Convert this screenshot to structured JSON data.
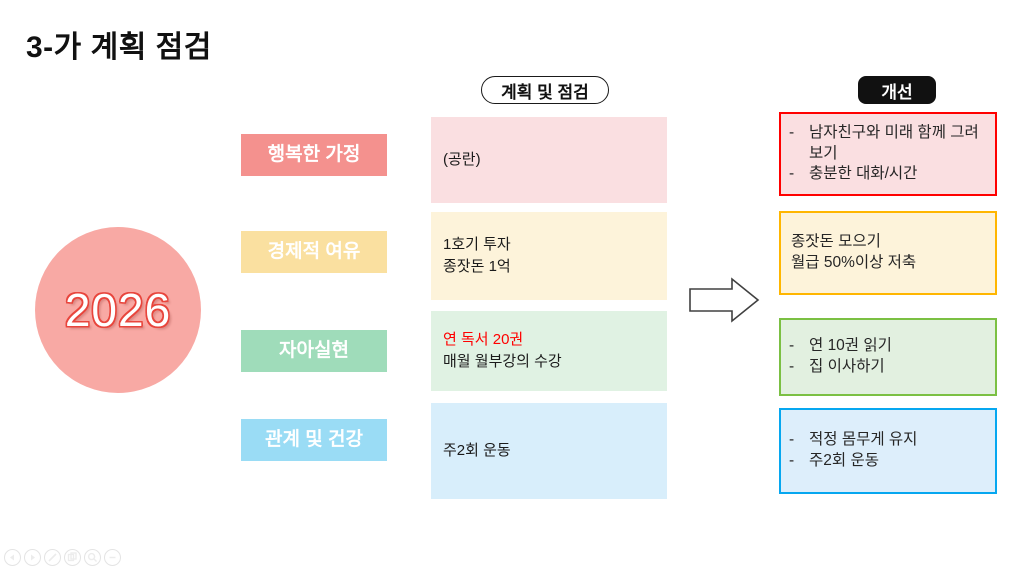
{
  "slide": {
    "title": "3-가  계획 점검",
    "background_color": "#ffffff"
  },
  "headers": {
    "plan": "계획 및 점검",
    "improve": "개선"
  },
  "year_badge": {
    "label": "2026",
    "fill_color": "#f8a9a4",
    "text_color": "#ffffff",
    "outline_color": "#e8453c"
  },
  "categories": [
    {
      "label": "행복한 가정",
      "color": "#f4918e"
    },
    {
      "label": "경제적 여유",
      "color": "#fae0a0"
    },
    {
      "label": "자아실현",
      "color": "#9fdcba"
    },
    {
      "label": "관계 및 건강",
      "color": "#9adcf5"
    }
  ],
  "plan_rows": [
    {
      "fill_color": "#fadfe1",
      "lines": [
        {
          "text": "(공란)",
          "color": "#1b1b1b"
        }
      ]
    },
    {
      "fill_color": "#fdf3da",
      "lines": [
        {
          "text": "1호기 투자",
          "color": "#1b1b1b"
        },
        {
          "text": "종잣돈 1억",
          "color": "#1b1b1b"
        }
      ]
    },
    {
      "fill_color": "#e0f2e3",
      "lines": [
        {
          "text": "연 독서 20권",
          "color": "#ff0000"
        },
        {
          "text": "매월 월부강의 수강",
          "color": "#1b1b1b"
        }
      ]
    },
    {
      "fill_color": "#d8eefb",
      "lines": [
        {
          "text": "주2회 운동",
          "color": "#1b1b1b"
        }
      ]
    }
  ],
  "improve_rows": [
    {
      "fill_color": "#fadfe1",
      "border_color": "#ff0000",
      "bulleted": true,
      "bullet": "-",
      "items": [
        "남자친구와 미래 함께 그려보기",
        "충분한 대화/시간"
      ]
    },
    {
      "fill_color": "#fdf3da",
      "border_color": "#ffb600",
      "bulleted": false,
      "bullet": "",
      "items": [
        "종잣돈 모으기",
        "월급 50%이상 저축"
      ]
    },
    {
      "fill_color": "#e2f0e0",
      "border_color": "#7bc043",
      "bulleted": true,
      "bullet": "-",
      "items": [
        "연 10권 읽기",
        "집 이사하기"
      ]
    },
    {
      "fill_color": "#ddeefb",
      "border_color": "#06a7f0",
      "bulleted": true,
      "bullet": "-",
      "items": [
        "적정 몸무게 유지",
        "주2회 운동"
      ]
    }
  ],
  "arrow": {
    "name": "right-arrow",
    "direction": "right",
    "fill_color": "#ffffff",
    "stroke_color": "#404040"
  },
  "toolbar": {
    "buttons": [
      {
        "icon": "previous-slide-icon"
      },
      {
        "icon": "next-slide-icon"
      },
      {
        "icon": "pen-icon"
      },
      {
        "icon": "duplicate-icon"
      },
      {
        "icon": "zoom-icon"
      },
      {
        "icon": "more-options-icon"
      }
    ]
  }
}
